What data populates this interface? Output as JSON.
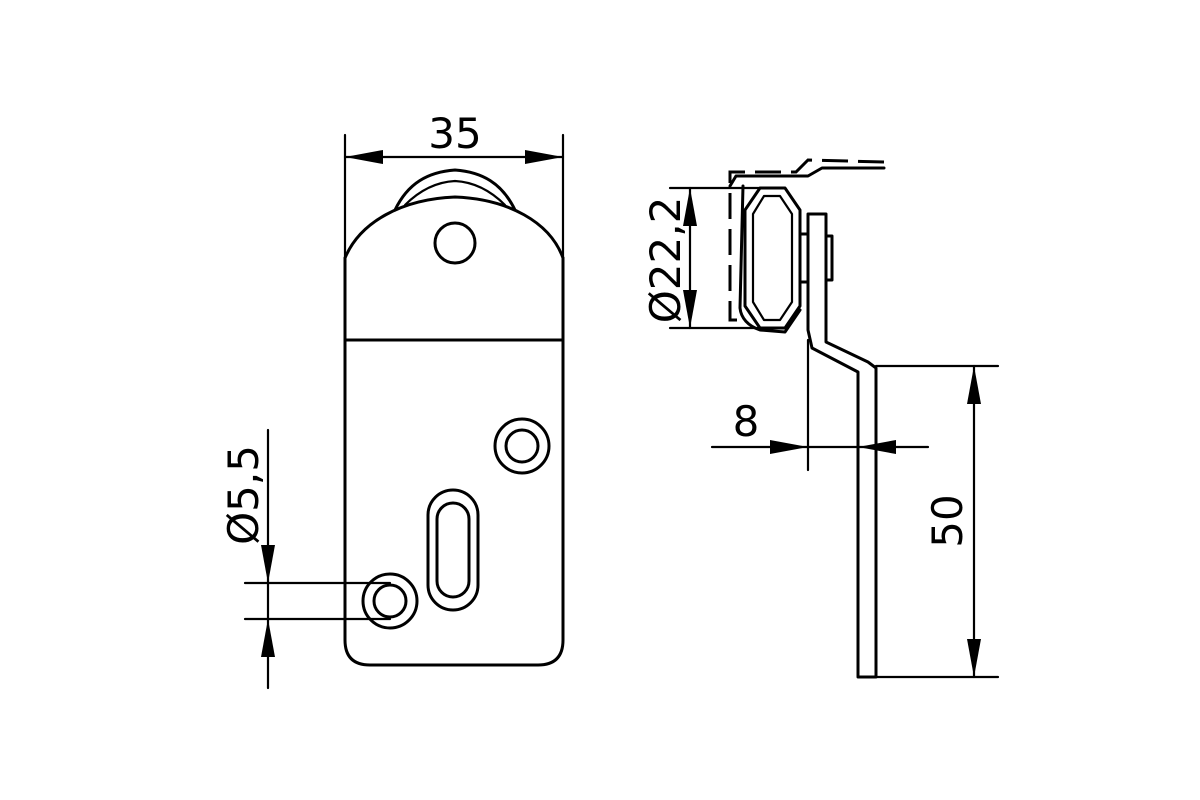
{
  "dimensions": {
    "width": "35",
    "hole_diameter": "Ø5,5",
    "wheel_diameter": "Ø22,2",
    "offset": "8",
    "height": "50"
  }
}
